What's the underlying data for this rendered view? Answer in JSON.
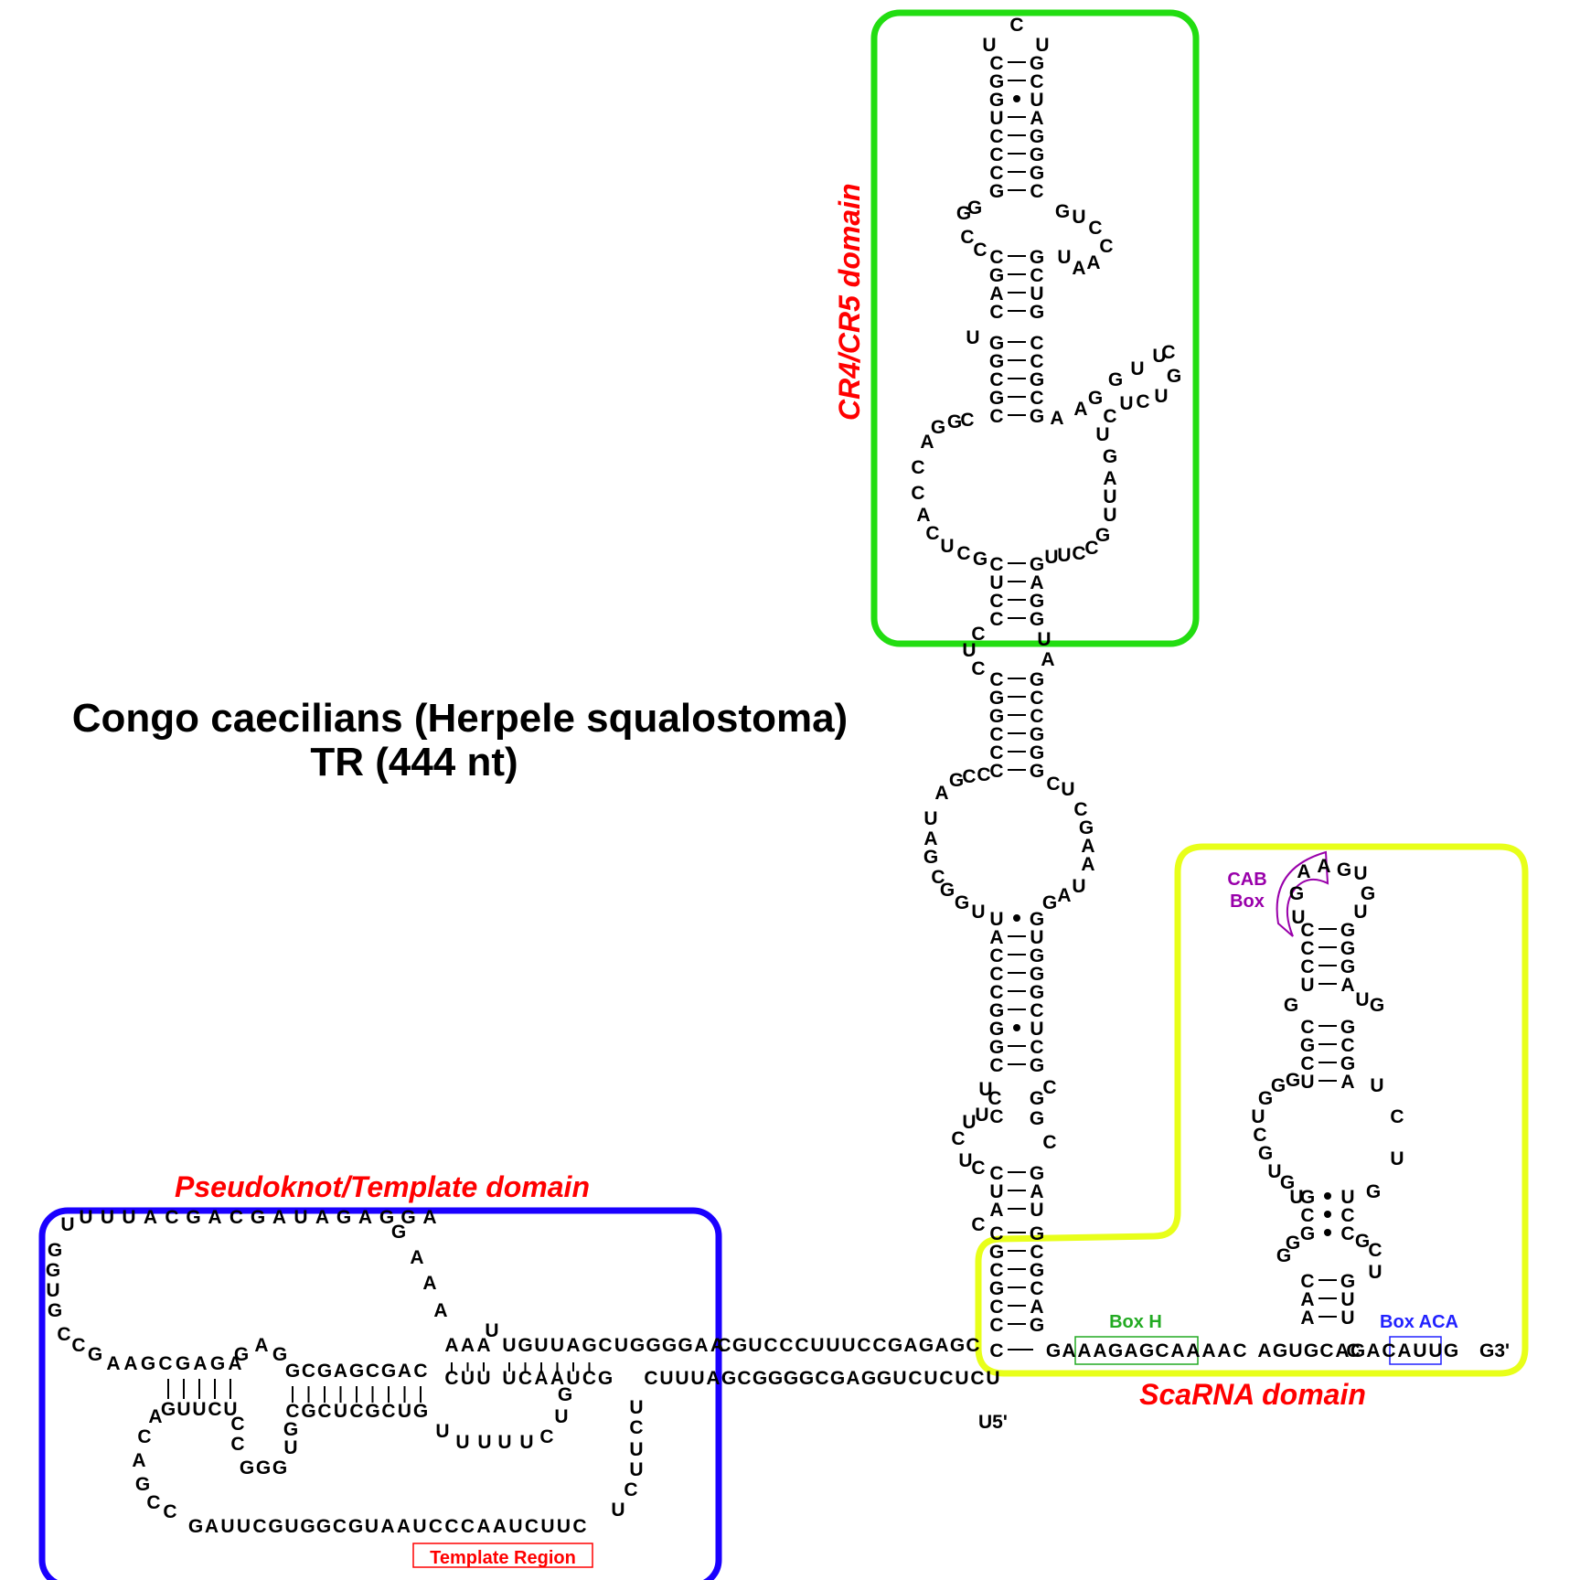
{
  "title": {
    "line1": "Congo caecilians (Herpele squalostoma)",
    "line2": "TR (444 nt)"
  },
  "domains": {
    "cr4_cr5": {
      "label": "CR4/CR5 domain",
      "color": "#22dd11"
    },
    "pseudoknot": {
      "label": "Pseudoknot/Template domain",
      "color": "#1a00ff"
    },
    "scarna": {
      "label": "ScaRNA domain",
      "color": "#e8ff1a"
    }
  },
  "annotations": {
    "template_region": {
      "label": "Template Region",
      "sequence": "AAUCCCAAUC",
      "color": "#ff0000"
    },
    "box_h": {
      "label": "Box H",
      "sequence": "AGAGCAA",
      "color": "#22aa22"
    },
    "box_aca": {
      "label": "Box ACA",
      "sequence": "ACA",
      "color": "#2222ff"
    },
    "cab_box": {
      "label_line1": "CAB",
      "label_line2": "Box",
      "sequence": "UGAG",
      "color": "#9900aa"
    }
  },
  "ends": {
    "five_prime": "U5'",
    "three_prime": "G3'"
  },
  "legend_colors": {
    "label_red": "#ff0000",
    "text": "#000000"
  },
  "sequence_segments": {
    "cr4_hairpin_loop": "UCU",
    "cr4_stem_left": "CGGUCCCG",
    "cr4_stem_right": "GCUAGGGC",
    "pseudoknot_top": "UUUACGACGAUAGAGGA",
    "pseudoknot_helix_top": "AAAUGUUAGCUGGGGAA",
    "pseudoknot_helix_bottom": "CUUUCAAUCG",
    "template_strand": "GAUUCGUGGCGUAAUCCCAAUCUUC",
    "linker_top": "CGUCCCUUUCCGAGAGC",
    "linker_bottom": "CUUUAGCGGGGCGAGGUCUCUCU",
    "scarna_tail": "GAAAGAGCAAAACAGUGCAGACAUUG"
  }
}
